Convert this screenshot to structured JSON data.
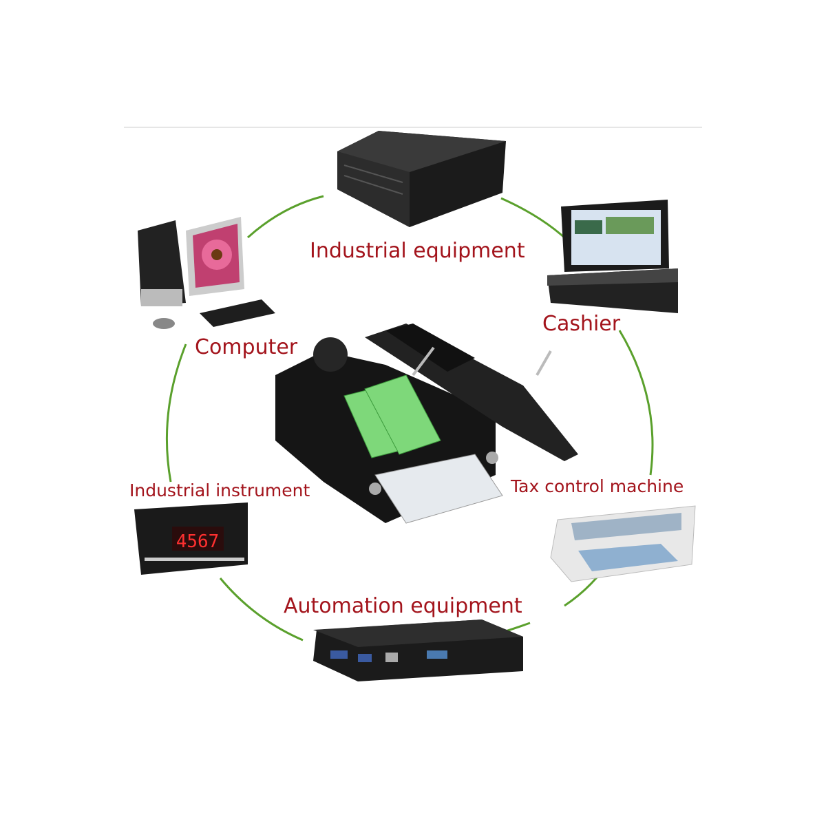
{
  "labels": {
    "industrial_equipment": "Industrial equipment",
    "cashier": "Cashier",
    "computer": "Computer",
    "tax_control_machine": "Tax control machine",
    "industrial_instrument": "Industrial instrument",
    "automation_equipment": "Automation equipment"
  },
  "instrument_display": "4567",
  "colors": {
    "label": "#a3141c",
    "ring": "#5aa02c",
    "terminal": "#7ed87a"
  }
}
